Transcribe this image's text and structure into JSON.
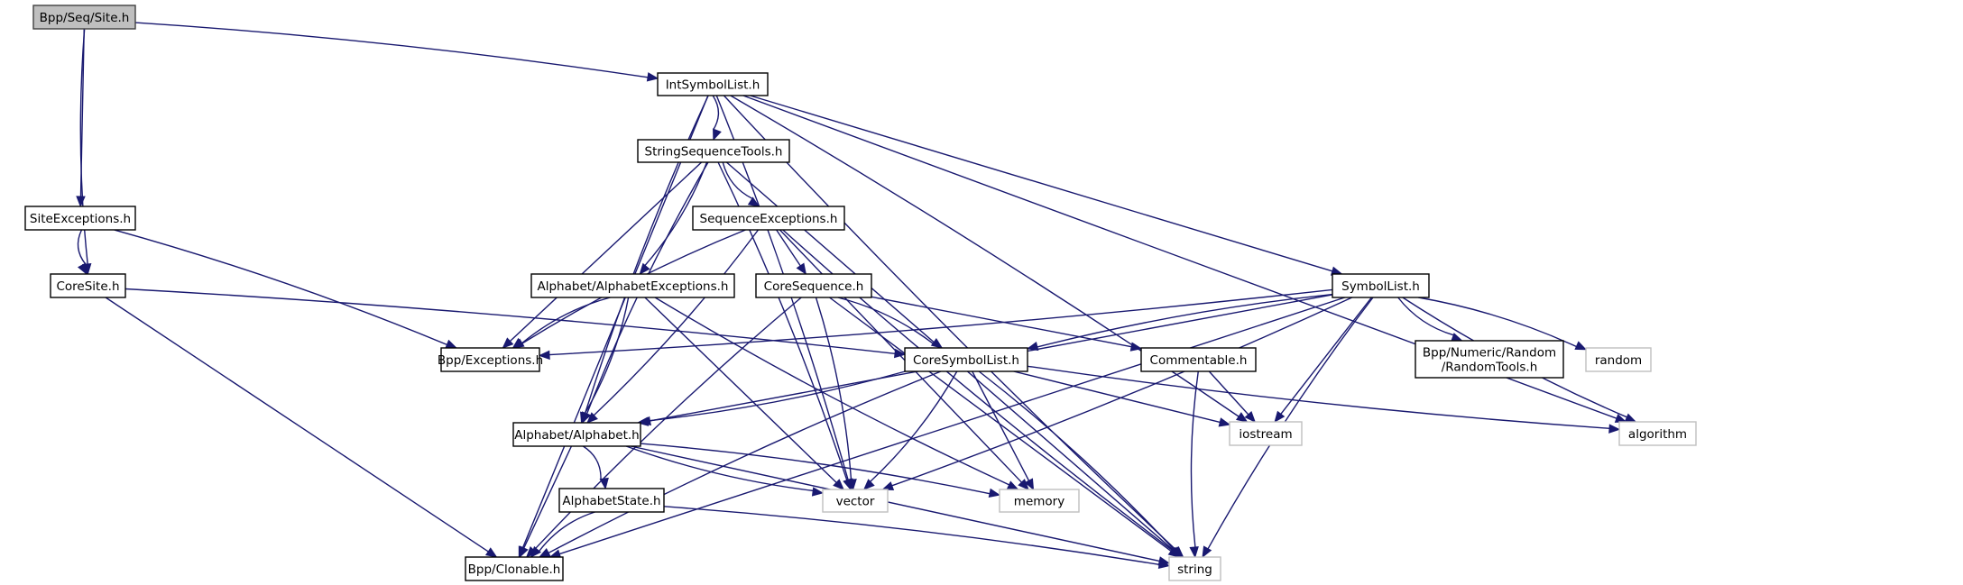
{
  "title": "Include dependency graph for Bpp/Seq/Site.h",
  "colors": {
    "edge": "#191970",
    "root_fill": "#bfbfbf",
    "node_border": "#000000",
    "external_border": "#bfbfbf",
    "background": "#ffffff"
  },
  "nodes": [
    {
      "id": "site",
      "label": [
        "Bpp/Seq/Site.h"
      ],
      "kind": "root"
    },
    {
      "id": "intsymbollist",
      "label": [
        "IntSymbolList.h"
      ],
      "kind": "internal"
    },
    {
      "id": "stringsequencetools",
      "label": [
        "StringSequenceTools.h"
      ],
      "kind": "internal"
    },
    {
      "id": "siteexceptions",
      "label": [
        "SiteExceptions.h"
      ],
      "kind": "internal"
    },
    {
      "id": "sequenceexceptions",
      "label": [
        "SequenceExceptions.h"
      ],
      "kind": "internal"
    },
    {
      "id": "coresite",
      "label": [
        "CoreSite.h"
      ],
      "kind": "internal"
    },
    {
      "id": "alphabetexceptions",
      "label": [
        "Alphabet/AlphabetExceptions.h"
      ],
      "kind": "internal"
    },
    {
      "id": "coresequence",
      "label": [
        "CoreSequence.h"
      ],
      "kind": "internal"
    },
    {
      "id": "symbollist",
      "label": [
        "SymbolList.h"
      ],
      "kind": "internal"
    },
    {
      "id": "exceptions",
      "label": [
        "Bpp/Exceptions.h"
      ],
      "kind": "internal"
    },
    {
      "id": "coresymbollist",
      "label": [
        "CoreSymbolList.h"
      ],
      "kind": "internal"
    },
    {
      "id": "commentable",
      "label": [
        "Commentable.h"
      ],
      "kind": "internal"
    },
    {
      "id": "randomtools",
      "label": [
        "Bpp/Numeric/Random",
        "/RandomTools.h"
      ],
      "kind": "internal"
    },
    {
      "id": "random",
      "label": [
        "random"
      ],
      "kind": "external"
    },
    {
      "id": "alphabet",
      "label": [
        "Alphabet/Alphabet.h"
      ],
      "kind": "internal"
    },
    {
      "id": "iostream",
      "label": [
        "iostream"
      ],
      "kind": "external"
    },
    {
      "id": "algorithm",
      "label": [
        "algorithm"
      ],
      "kind": "external"
    },
    {
      "id": "alphabetstate",
      "label": [
        "AlphabetState.h"
      ],
      "kind": "internal"
    },
    {
      "id": "vector",
      "label": [
        "vector"
      ],
      "kind": "external"
    },
    {
      "id": "memory",
      "label": [
        "memory"
      ],
      "kind": "external"
    },
    {
      "id": "clonable",
      "label": [
        "Bpp/Clonable.h"
      ],
      "kind": "internal"
    },
    {
      "id": "string",
      "label": [
        "string"
      ],
      "kind": "external"
    }
  ],
  "edges": [
    {
      "from": "site",
      "to": "intsymbollist"
    },
    {
      "from": "site",
      "to": "siteexceptions"
    },
    {
      "from": "site",
      "to": "coresite"
    },
    {
      "from": "intsymbollist",
      "to": "stringsequencetools"
    },
    {
      "from": "intsymbollist",
      "to": "symbollist"
    },
    {
      "from": "intsymbollist",
      "to": "alphabet"
    },
    {
      "from": "intsymbollist",
      "to": "vector"
    },
    {
      "from": "intsymbollist",
      "to": "clonable"
    },
    {
      "from": "intsymbollist",
      "to": "string"
    },
    {
      "from": "intsymbollist",
      "to": "iostream"
    },
    {
      "from": "intsymbollist",
      "to": "algorithm"
    },
    {
      "from": "stringsequencetools",
      "to": "sequenceexceptions"
    },
    {
      "from": "stringsequencetools",
      "to": "alphabetexceptions"
    },
    {
      "from": "stringsequencetools",
      "to": "exceptions"
    },
    {
      "from": "stringsequencetools",
      "to": "alphabet"
    },
    {
      "from": "stringsequencetools",
      "to": "vector"
    },
    {
      "from": "stringsequencetools",
      "to": "string"
    },
    {
      "from": "siteexceptions",
      "to": "coresite"
    },
    {
      "from": "siteexceptions",
      "to": "exceptions"
    },
    {
      "from": "sequenceexceptions",
      "to": "coresequence"
    },
    {
      "from": "sequenceexceptions",
      "to": "exceptions"
    },
    {
      "from": "sequenceexceptions",
      "to": "alphabet"
    },
    {
      "from": "sequenceexceptions",
      "to": "memory"
    },
    {
      "from": "sequenceexceptions",
      "to": "string"
    },
    {
      "from": "coresite",
      "to": "coresymbollist"
    },
    {
      "from": "coresite",
      "to": "clonable"
    },
    {
      "from": "alphabetexceptions",
      "to": "exceptions"
    },
    {
      "from": "alphabetexceptions",
      "to": "alphabet"
    },
    {
      "from": "alphabetexceptions",
      "to": "vector"
    },
    {
      "from": "alphabetexceptions",
      "to": "memory"
    },
    {
      "from": "coresequence",
      "to": "coresymbollist"
    },
    {
      "from": "coresequence",
      "to": "commentable"
    },
    {
      "from": "coresequence",
      "to": "clonable"
    },
    {
      "from": "coresequence",
      "to": "vector"
    },
    {
      "from": "coresequence",
      "to": "string"
    },
    {
      "from": "symbollist",
      "to": "coresymbollist"
    },
    {
      "from": "symbollist",
      "to": "exceptions"
    },
    {
      "from": "symbollist",
      "to": "alphabet"
    },
    {
      "from": "symbollist",
      "to": "randomtools"
    },
    {
      "from": "symbollist",
      "to": "random"
    },
    {
      "from": "symbollist",
      "to": "iostream"
    },
    {
      "from": "symbollist",
      "to": "algorithm"
    },
    {
      "from": "symbollist",
      "to": "vector"
    },
    {
      "from": "symbollist",
      "to": "clonable"
    },
    {
      "from": "symbollist",
      "to": "string"
    },
    {
      "from": "coresymbollist",
      "to": "alphabet"
    },
    {
      "from": "coresymbollist",
      "to": "iostream"
    },
    {
      "from": "coresymbollist",
      "to": "algorithm"
    },
    {
      "from": "coresymbollist",
      "to": "vector"
    },
    {
      "from": "coresymbollist",
      "to": "memory"
    },
    {
      "from": "coresymbollist",
      "to": "clonable"
    },
    {
      "from": "coresymbollist",
      "to": "string"
    },
    {
      "from": "commentable",
      "to": "iostream"
    },
    {
      "from": "commentable",
      "to": "string"
    },
    {
      "from": "alphabet",
      "to": "alphabetstate"
    },
    {
      "from": "alphabet",
      "to": "clonable"
    },
    {
      "from": "alphabet",
      "to": "vector"
    },
    {
      "from": "alphabet",
      "to": "memory"
    },
    {
      "from": "alphabet",
      "to": "string"
    },
    {
      "from": "alphabetstate",
      "to": "clonable"
    },
    {
      "from": "alphabetstate",
      "to": "string"
    }
  ]
}
